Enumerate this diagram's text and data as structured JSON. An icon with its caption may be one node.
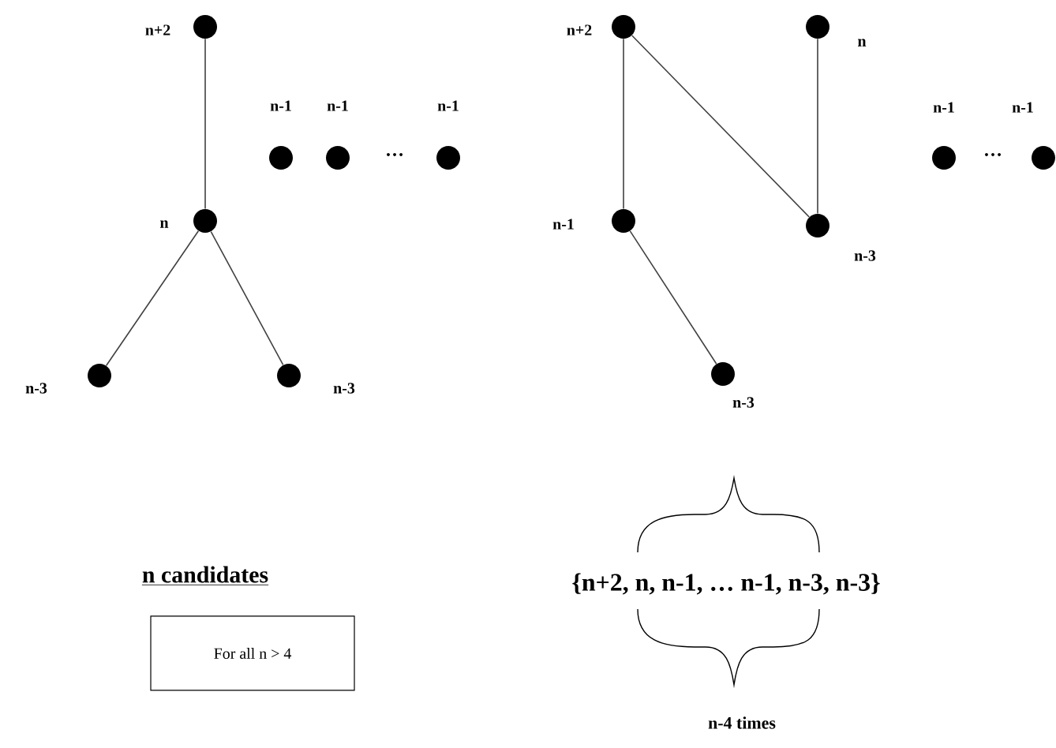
{
  "diagram": {
    "nodes": [
      {
        "text": [],
        "shape": "circle",
        "beside": [
          "n+2"
        ]
      },
      {
        "text": [],
        "shape": "circle",
        "beside": [
          "n-1"
        ]
      },
      {
        "text": [],
        "shape": "circle",
        "beside": [
          "n-1"
        ]
      },
      {
        "text": [],
        "shape": "circle",
        "beside": [
          "n-1"
        ]
      },
      {
        "text": [],
        "shape": "circle",
        "beside": [
          "n"
        ]
      },
      {
        "text": [],
        "shape": "circle",
        "beside": [
          "n-3"
        ]
      },
      {
        "text": [],
        "shape": "circle",
        "beside": [
          "n-3"
        ]
      },
      {
        "text": [],
        "shape": "circle",
        "beside": [
          "n+2"
        ]
      },
      {
        "text": [],
        "shape": "circle",
        "beside": [
          "n"
        ]
      },
      {
        "text": [],
        "shape": "circle",
        "beside": [
          "n-1"
        ]
      },
      {
        "text": [],
        "shape": "circle",
        "beside": [
          "n-1"
        ]
      },
      {
        "text": [],
        "shape": "circle",
        "beside": [
          "n-1"
        ]
      },
      {
        "text": [],
        "shape": "circle",
        "beside": [
          "n-3"
        ]
      },
      {
        "text": [],
        "shape": "circle",
        "beside": [
          "n-3"
        ]
      },
      {
        "text": [
          "For all n > 4"
        ]
      }
    ],
    "edges": [
      {
        "from": 0,
        "to": 4,
        "arrow": "none"
      },
      {
        "from": 4,
        "to": 5,
        "arrow": "none"
      },
      {
        "from": 4,
        "to": 6,
        "arrow": "none"
      },
      {
        "from": 7,
        "to": 11,
        "arrow": "none"
      },
      {
        "from": 7,
        "to": 12,
        "arrow": "none"
      },
      {
        "from": 8,
        "to": 12,
        "arrow": "none"
      },
      {
        "from": 11,
        "to": 13,
        "arrow": "none"
      }
    ],
    "labels": [
      "…",
      "…",
      "n candidates",
      "{n+2, n, n-1, … n-1, n-3, n-3}",
      "n-4 times"
    ]
  }
}
